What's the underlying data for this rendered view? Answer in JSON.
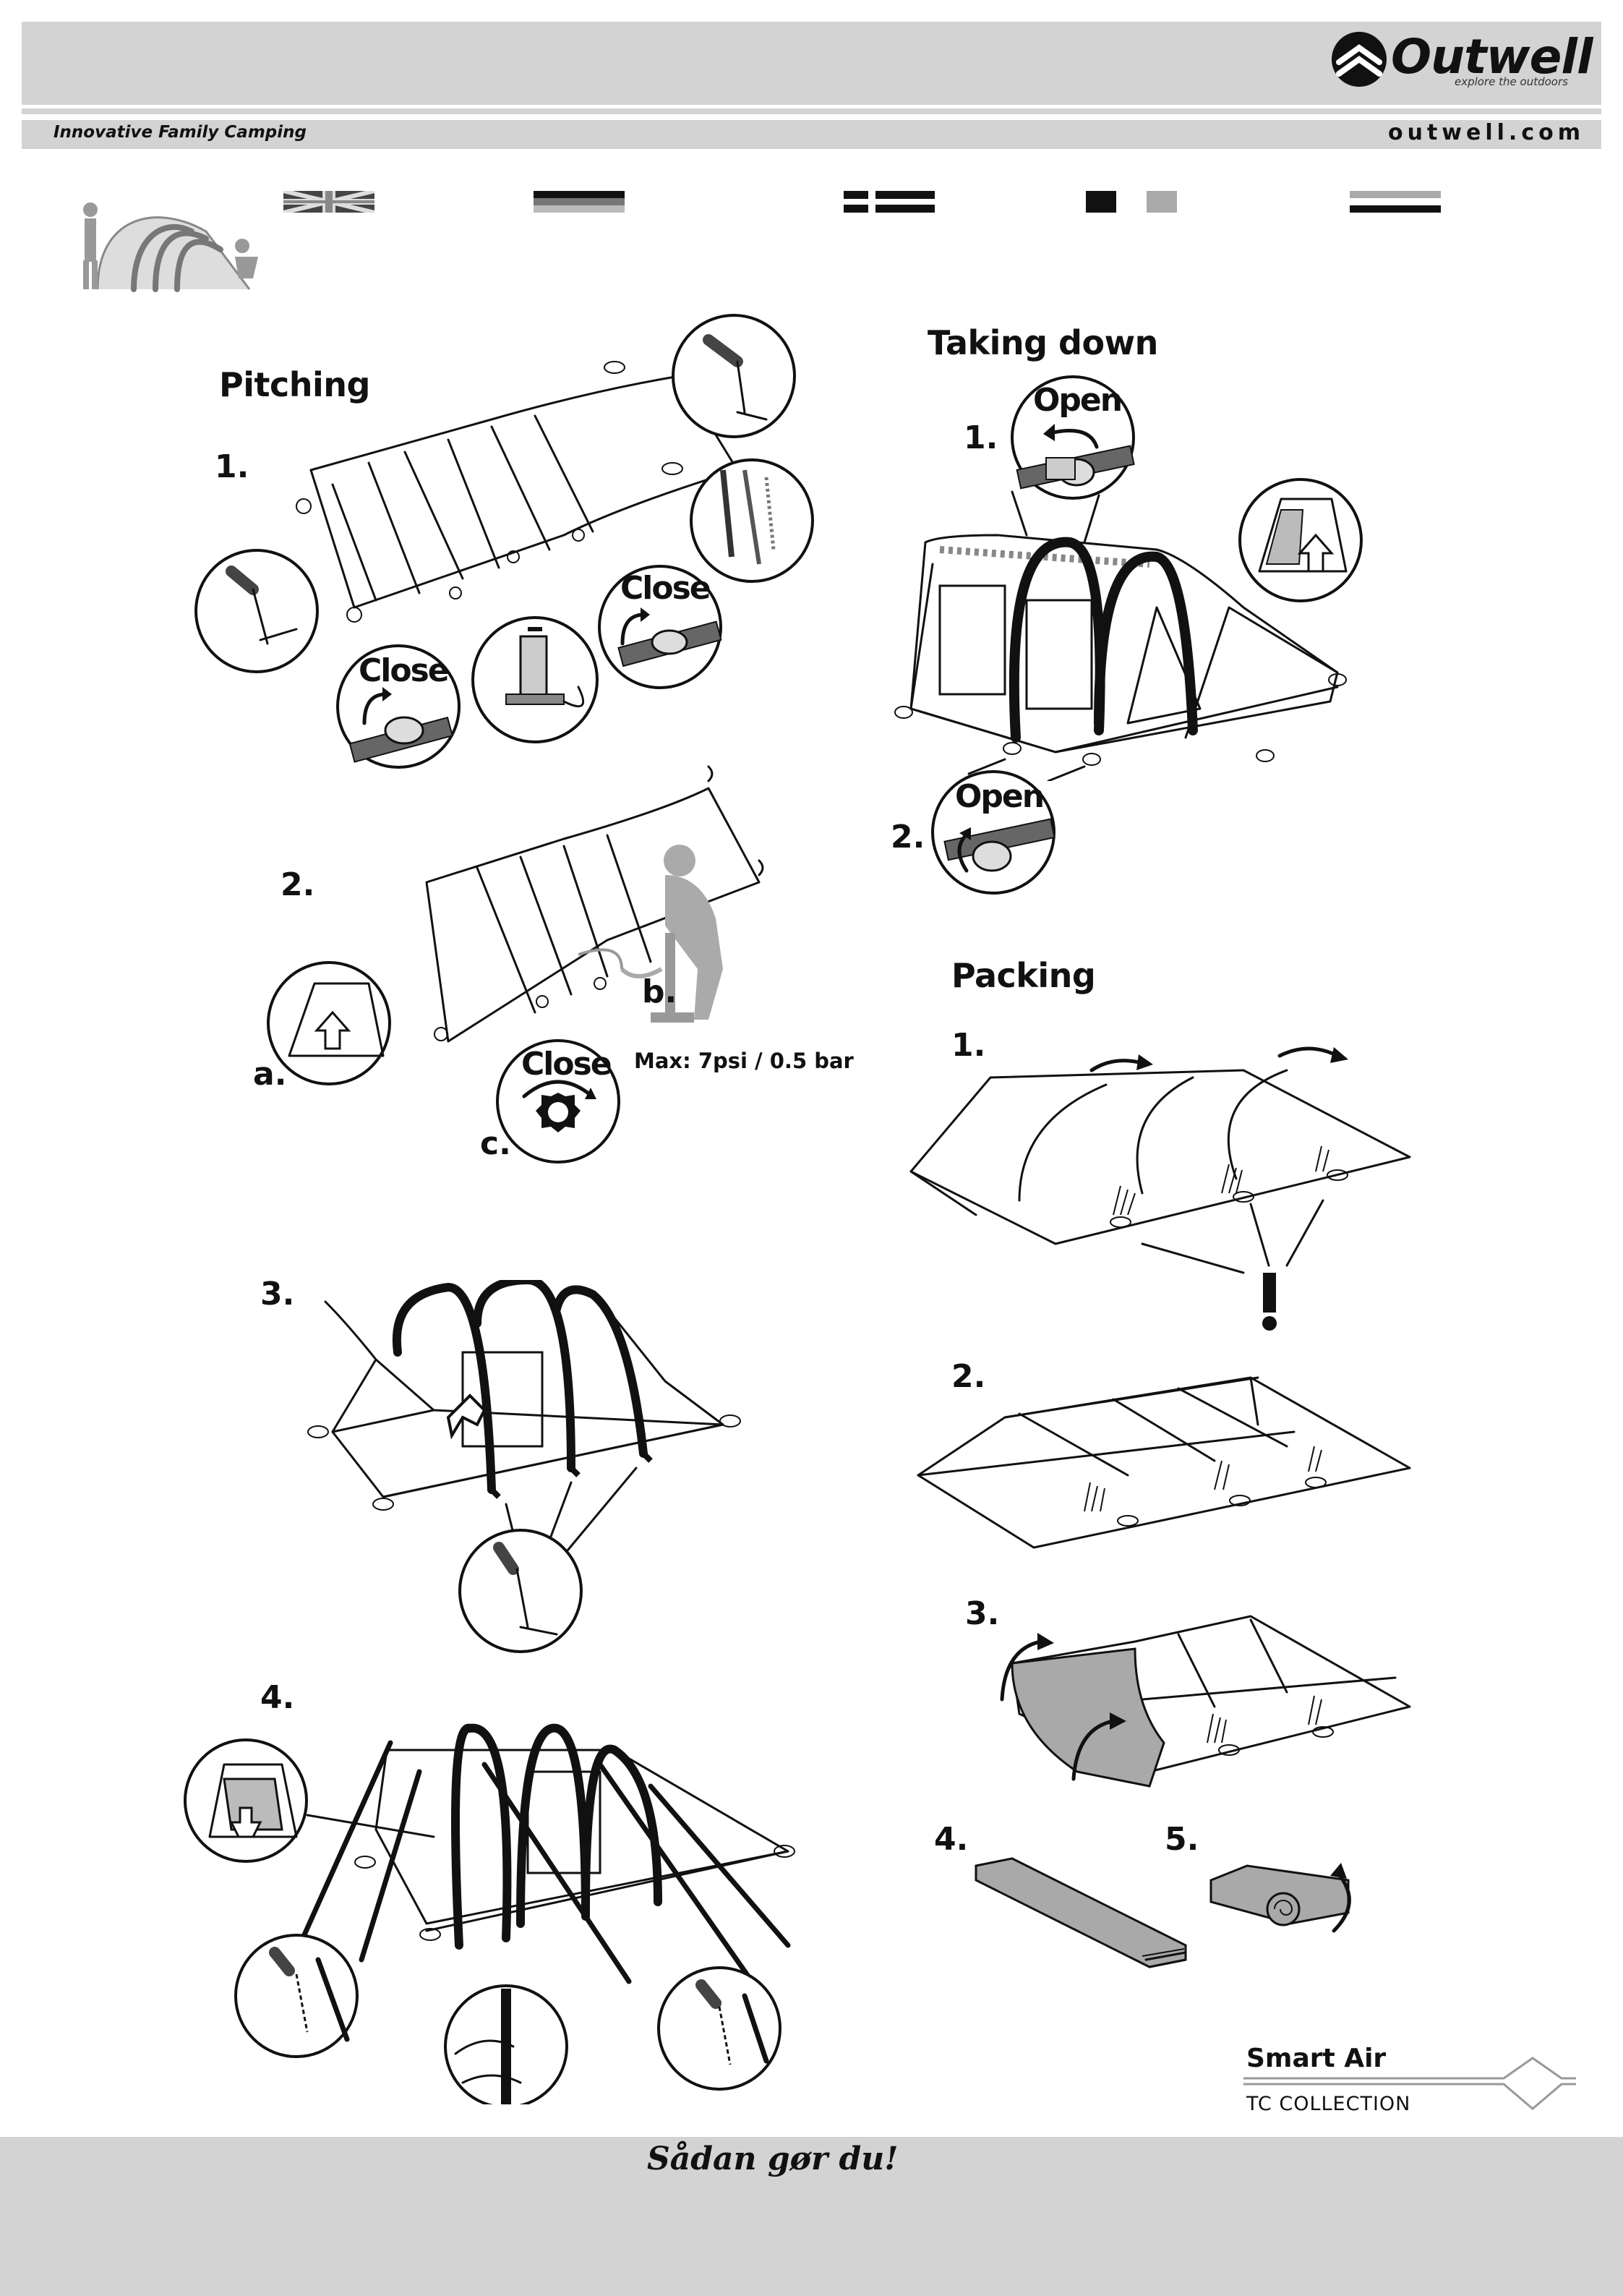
{
  "header": {
    "brand_name": "Outwell",
    "brand_tagline": "explore the outdoors",
    "strap_line": "Innovative Family Camping",
    "website": "outwell.com"
  },
  "sections": {
    "pitching": {
      "title": "Pitching",
      "steps": [
        "1.",
        "2.",
        "3.",
        "4."
      ],
      "step1_callouts": [
        "Close",
        "Close"
      ],
      "step2": {
        "label_a": "a.",
        "label_b": "b.",
        "label_c": "c.",
        "pressure": "Max: 7psi / 0.5 bar",
        "callout": "Close"
      }
    },
    "taking_down": {
      "title": "Taking down",
      "steps": [
        "1.",
        "2."
      ],
      "callouts": [
        "Open",
        "Open"
      ]
    },
    "packing": {
      "title": "Packing",
      "steps": [
        "1.",
        "2.",
        "3.",
        "4.",
        "5."
      ],
      "warning": "!"
    }
  },
  "product": {
    "name": "Smart Air",
    "collection": "TC COLLECTION"
  },
  "footer": {
    "slogan": "Sådan gør du!"
  },
  "colors": {
    "band": "#d3d3d3",
    "ink": "#111111",
    "grey_fill": "#a9a9a9"
  }
}
